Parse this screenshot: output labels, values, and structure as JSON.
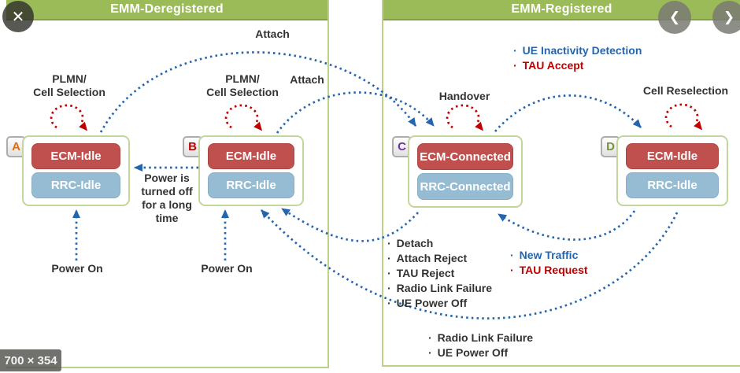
{
  "viewer": {
    "close_glyph": "✕",
    "prev_glyph": "❮",
    "next_glyph": "❯",
    "size_label": "700 × 354"
  },
  "panels": {
    "left_title": "EMM-Deregistered",
    "right_title": "EMM-Registered"
  },
  "bullet": "·",
  "states": {
    "a": {
      "letter": "A",
      "top": "ECM-Idle",
      "bottom": "RRC-Idle"
    },
    "b": {
      "letter": "B",
      "top": "ECM-Idle",
      "bottom": "RRC-Idle"
    },
    "c": {
      "letter": "C",
      "top": "ECM-Connected",
      "bottom": "RRC-Connected"
    },
    "d": {
      "letter": "D",
      "top": "ECM-Idle",
      "bottom": "RRC-Idle"
    }
  },
  "labels": {
    "plmn_a": {
      "line1": "PLMN/",
      "line2": "Cell Selection"
    },
    "plmn_b": {
      "line1": "PLMN/",
      "line2": "Cell Selection"
    },
    "attach_top": "Attach",
    "attach_mid": "Attach",
    "handover": "Handover",
    "cell_reselection": "Cell Reselection",
    "power_on_a": "Power On",
    "power_on_b": "Power On",
    "power_off": {
      "line1": "Power is",
      "line2": "turned off",
      "line3": "for a long",
      "line4": "time"
    }
  },
  "lists": {
    "registered_top": {
      "item1": "UE Inactivity Detection",
      "item2": "TAU Accept"
    },
    "detach": {
      "item1": "Detach",
      "item2": "Attach Reject",
      "item3": "TAU Reject",
      "item4": "Radio Link Failure",
      "item5": "UE Power Off"
    },
    "new_traffic": {
      "item1": "New Traffic",
      "item2": "TAU Request"
    },
    "bottom": {
      "item1": "Radio Link Failure",
      "item2": "UE Power Off"
    }
  },
  "colors": {
    "header_green": "#9bbb59",
    "panel_border": "#bdd189",
    "ecm_red": "#c0504d",
    "rrc_blue": "#95bcd2",
    "arrow_blue": "#2565ae",
    "arrow_red": "#c00000",
    "badge_a": "#e36c0a",
    "badge_b": "#c00000",
    "badge_c": "#7030a0",
    "badge_d": "#76923c"
  }
}
